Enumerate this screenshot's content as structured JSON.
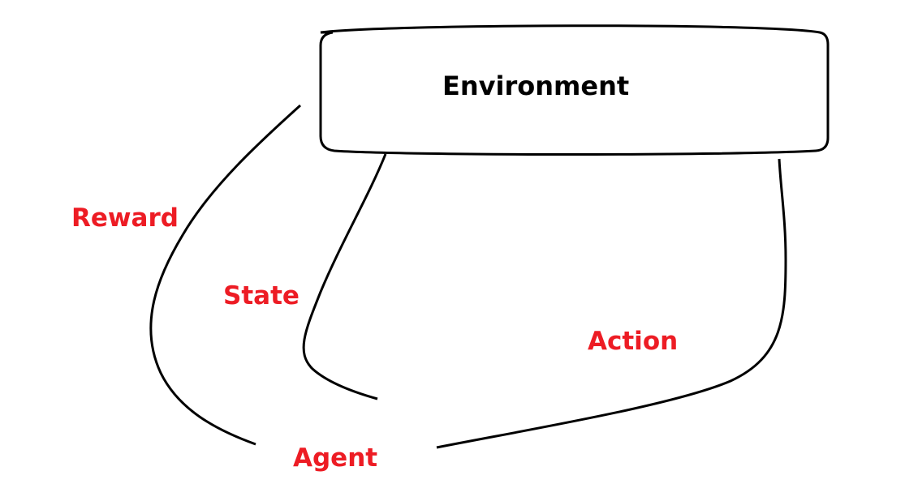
{
  "diagram": {
    "environment": {
      "label": "Environment"
    },
    "agent": {
      "label": "Agent"
    },
    "edges": [
      {
        "id": "reward",
        "label": "Reward"
      },
      {
        "id": "state",
        "label": "State"
      },
      {
        "id": "action",
        "label": "Action"
      }
    ]
  },
  "colors": {
    "stroke": "#000000",
    "edge_label": "#ed1c24",
    "node_label": "#000000",
    "background": "#ffffff"
  }
}
